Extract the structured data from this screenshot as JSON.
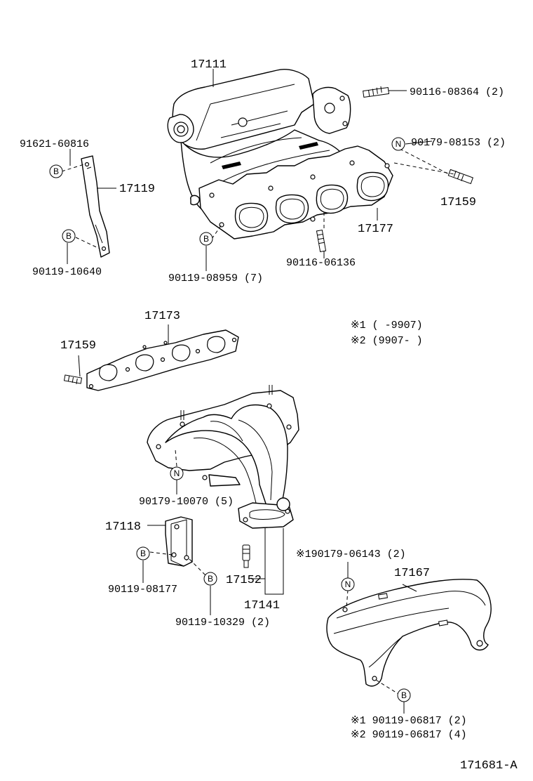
{
  "labels": {
    "p17111": "17111",
    "p90116_08364": "90116-08364 (2)",
    "p91621_60816": "91621-60816",
    "p90179_08153": "90179-08153 (2)",
    "p17119": "17119",
    "p17159_top": "17159",
    "p17177": "17177",
    "p90119_10640": "90119-10640",
    "p90119_08959": "90119-08959 (7)",
    "p90116_06136": "90116-06136",
    "p17173": "17173",
    "p17159_mid": "17159",
    "p90179_10070": "90179-10070 (5)",
    "p17118": "17118",
    "p90119_08177": "90119-08177",
    "p17152": "17152",
    "p17141": "17141",
    "p90119_10329": "90119-10329 (2)",
    "p90179_06143": "※190179-06143 (2)",
    "p17167": "17167",
    "p90119_06817_1": "※1 90119-06817 (2)",
    "p90119_06817_2": "※2 90119-06817 (4)",
    "note1": "※1 (      -9907)",
    "note2": "※2 (9907-      )",
    "figure_id": "171681-A"
  },
  "markers": {
    "b": "B",
    "n": "N"
  }
}
